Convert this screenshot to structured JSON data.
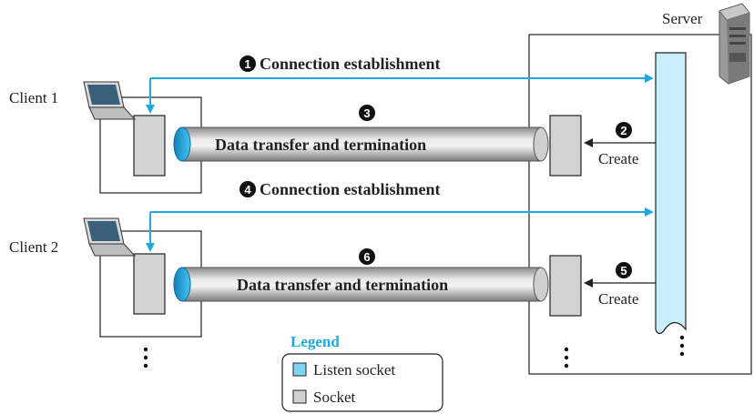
{
  "server": {
    "label": "Server"
  },
  "clients": [
    {
      "label": "Client 1"
    },
    {
      "label": "Client 2"
    }
  ],
  "steps": [
    {
      "number": "1",
      "label": "Connection establishment"
    },
    {
      "number": "2",
      "label": "Create"
    },
    {
      "number": "3",
      "label": "Data transfer and termination"
    },
    {
      "number": "4",
      "label": "Connection establishment"
    },
    {
      "number": "5",
      "label": "Create"
    },
    {
      "number": "6",
      "label": "Data transfer and termination"
    }
  ],
  "legend": {
    "title": "Legend",
    "items": [
      {
        "label": "Listen socket",
        "color": "#7fd3f5"
      },
      {
        "label": "Socket",
        "color": "#d2d2d2"
      }
    ]
  },
  "colors": {
    "arrow": "#1ea9e1",
    "listen_socket": "#c9eefc",
    "socket": "#d2d2d2",
    "pipe_cap": "#1ea9e1"
  }
}
